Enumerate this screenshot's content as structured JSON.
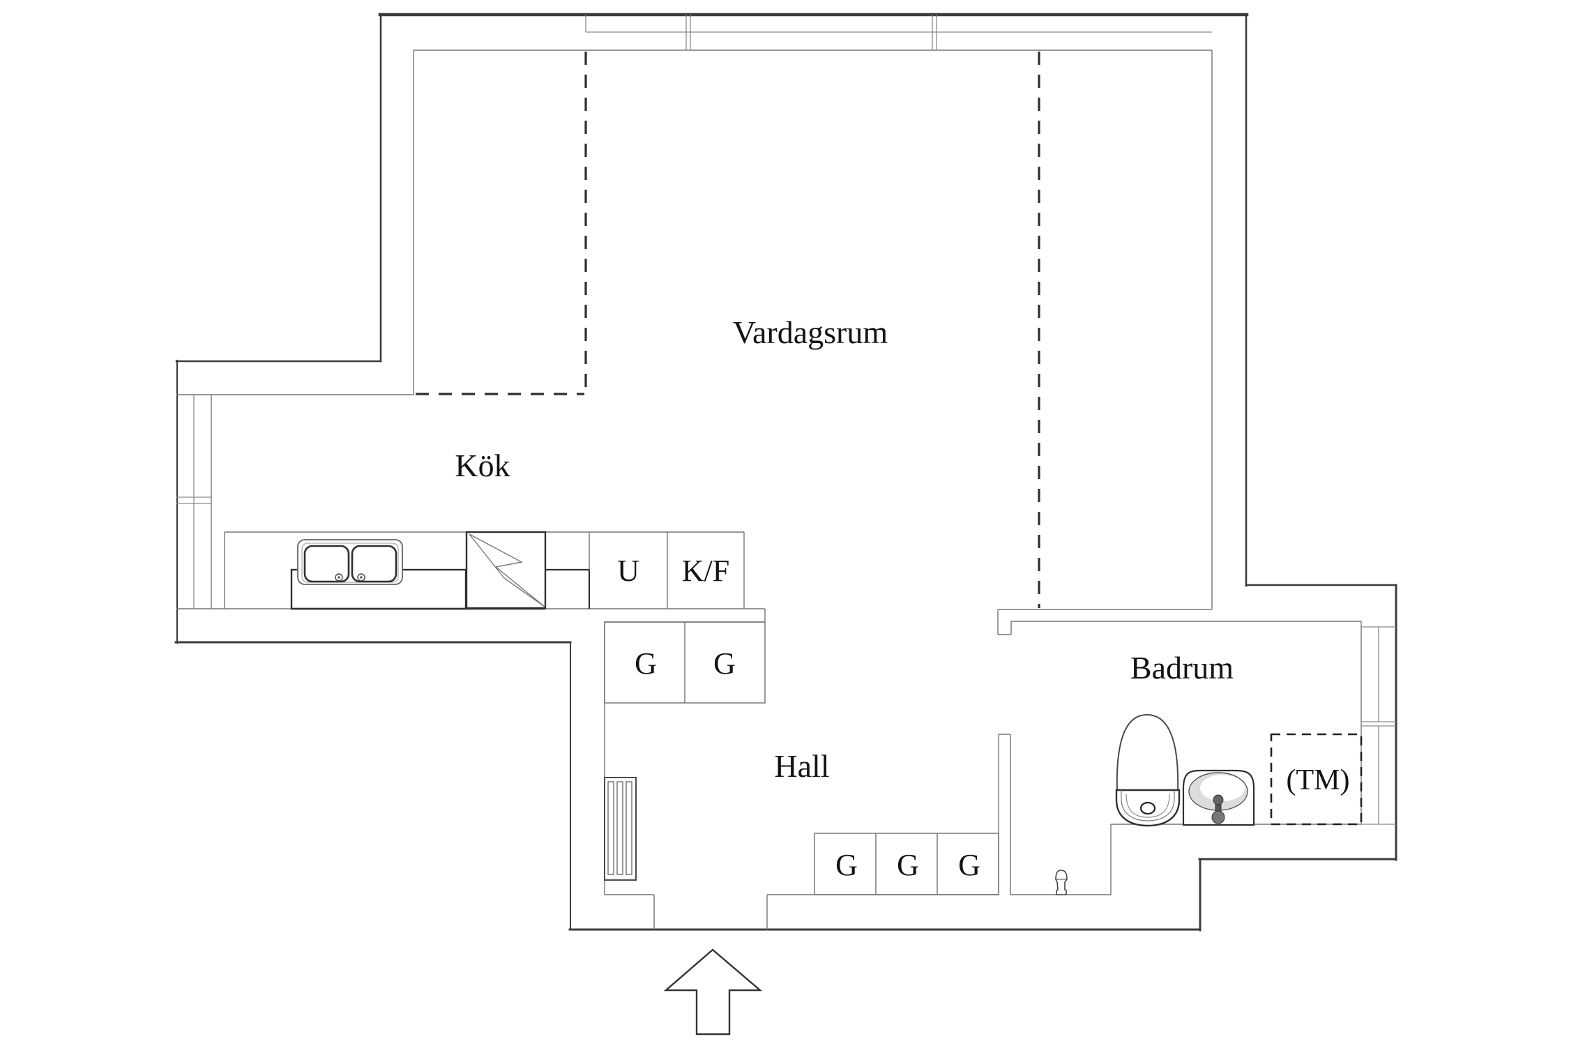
{
  "floor_plan": {
    "background": "#ffffff",
    "line_colors": {
      "outer_wall": "#3c3c3c",
      "inner_wall": "#757575",
      "window": "#8a8a8a",
      "dashed_boundary": "#2e2e2e",
      "fixture_dark": "#2f2f2f",
      "label": "#141414"
    },
    "room_labels": {
      "living_room": "Vardagsrum",
      "kitchen": "Kök",
      "hall": "Hall",
      "bathroom": "Badrum"
    },
    "fixture_labels": {
      "oven": "U",
      "fridge_freezer": "K/F",
      "wardrobe": "G",
      "washing_machine": "(TM)"
    }
  }
}
